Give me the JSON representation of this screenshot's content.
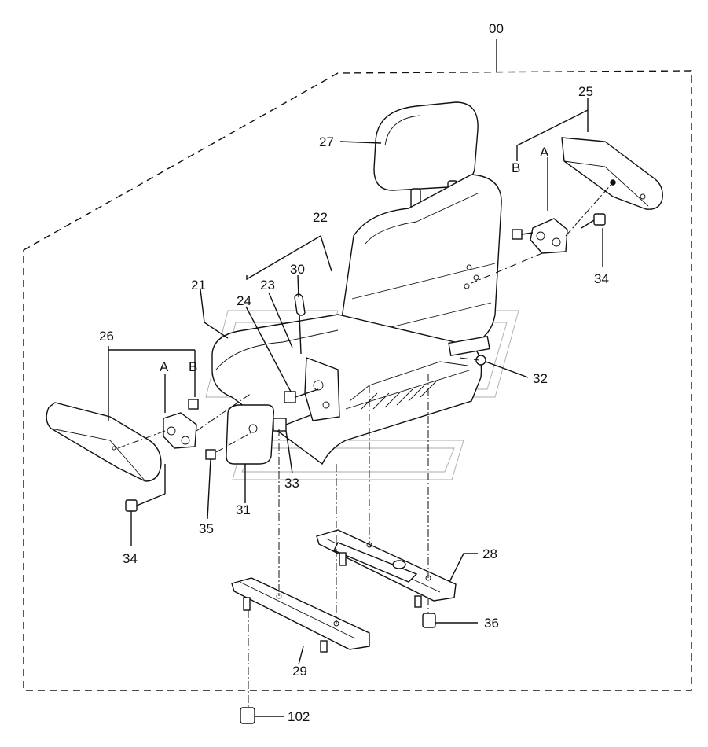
{
  "labels": {
    "assembly": "00",
    "p21": "21",
    "p22": "22",
    "p23": "23",
    "p24": "24",
    "p25": "25",
    "p26": "26",
    "p27": "27",
    "p28": "28",
    "p29": "29",
    "p30": "30",
    "p31": "31",
    "p32": "32",
    "p33": "33",
    "p34_right": "34",
    "p34_left": "34",
    "p35": "35",
    "p36": "36",
    "p102": "102",
    "a_right": "A",
    "b_right": "B",
    "a_left": "A",
    "b_left": "B"
  }
}
